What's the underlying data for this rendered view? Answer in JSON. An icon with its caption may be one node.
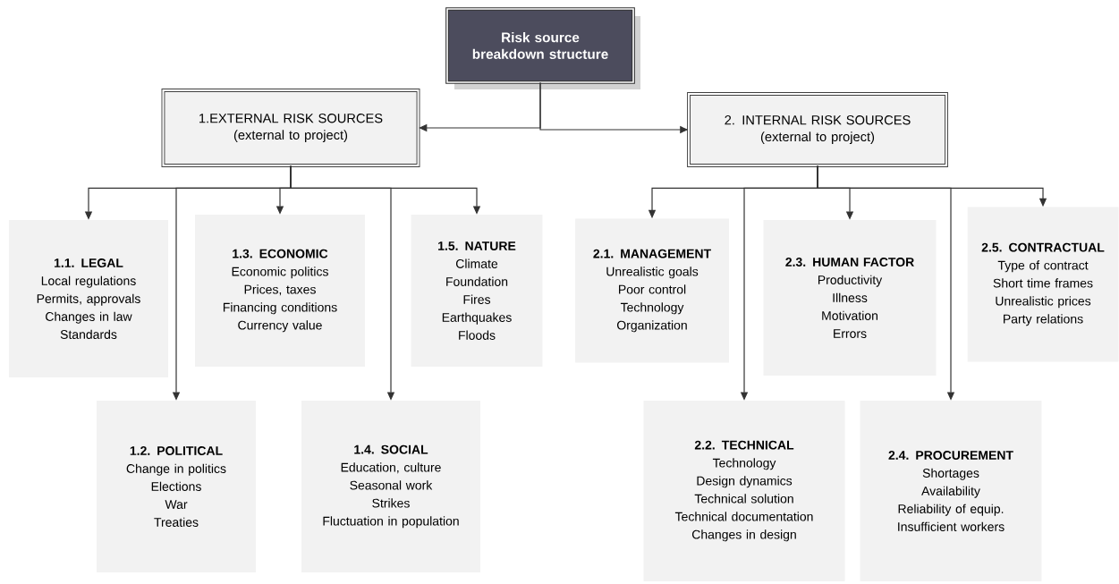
{
  "diagram": {
    "nodes": [
      {
        "text": [
          "Risk source breakdown structure"
        ]
      },
      {
        "text": [
          "1.EXTERNAL RISK SOURCES",
          "(external to project)"
        ]
      },
      {
        "text": [
          "2. INTERNAL RISK SOURCES",
          "(external to project)"
        ]
      },
      {
        "text": [
          "1.1. LEGAL",
          "Local regulations",
          "Permits, approvals",
          "Changes in law",
          "Standards"
        ]
      },
      {
        "text": [
          "1.2. POLITICAL",
          "Change in politics",
          "Elections",
          "War",
          "Treaties"
        ]
      },
      {
        "text": [
          "1.3. ECONOMIC",
          "Economic politics",
          "Prices, taxes",
          "Financing conditions",
          "Currency value"
        ]
      },
      {
        "text": [
          "1.4. SOCIAL",
          "Education, culture",
          "Seasonal work",
          "Strikes",
          "Fluctuation in population"
        ]
      },
      {
        "text": [
          "1.5. NATURE",
          "Climate",
          "Foundation",
          "Fires",
          "Earthquakes",
          "Floods"
        ]
      },
      {
        "text": [
          "2.1. MANAGEMENT",
          "Unrealistic goals",
          "Poor control",
          "Technology",
          "Organization"
        ]
      },
      {
        "text": [
          "2.2. TECHNICAL",
          "Technology",
          "Design dynamics",
          "Technical solution",
          "Technical documentation",
          "Changes in design"
        ]
      },
      {
        "text": [
          "2.3. HUMAN FACTOR",
          "Productivity",
          "Illness",
          "Motivation",
          "Errors"
        ]
      },
      {
        "text": [
          "2.4. PROCUREMENT",
          "Shortages",
          "Availability",
          "Reliability of equip.",
          "Insufficient workers"
        ]
      },
      {
        "text": [
          "2.5.  CONTRACTUAL",
          "Type of contract",
          "Short time frames",
          "Unrealistic prices",
          "Party relations"
        ]
      }
    ],
    "edges": [
      {
        "from": 0,
        "to": 1,
        "arrow": "to"
      },
      {
        "from": 0,
        "to": 2,
        "arrow": "to"
      },
      {
        "from": 1,
        "to": 3,
        "arrow": "to"
      },
      {
        "from": 1,
        "to": 4,
        "arrow": "to"
      },
      {
        "from": 1,
        "to": 5,
        "arrow": "to"
      },
      {
        "from": 1,
        "to": 6,
        "arrow": "to"
      },
      {
        "from": 1,
        "to": 7,
        "arrow": "to"
      },
      {
        "from": 2,
        "to": 8,
        "arrow": "to"
      },
      {
        "from": 2,
        "to": 9,
        "arrow": "to"
      },
      {
        "from": 2,
        "to": 10,
        "arrow": "to"
      },
      {
        "from": 2,
        "to": 11,
        "arrow": "to"
      },
      {
        "from": 2,
        "to": 12,
        "arrow": "to"
      }
    ]
  }
}
